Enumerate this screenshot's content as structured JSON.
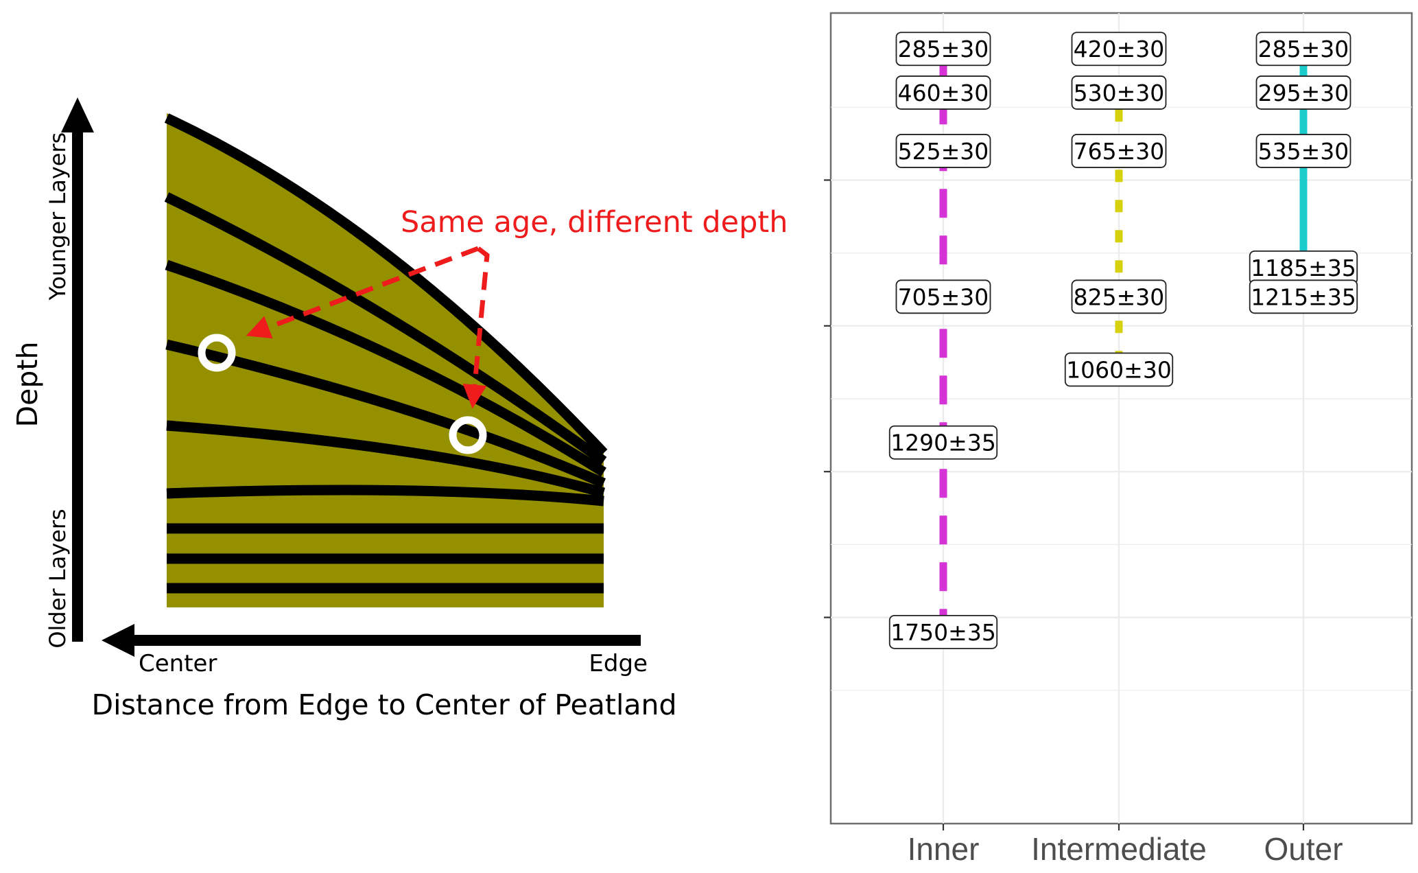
{
  "diagram": {
    "annotation": "Same age, different depth",
    "y_axis_label": "Depth",
    "y_top_label": "Younger Layers",
    "y_bottom_label": "Older Layers",
    "x_left_label": "Center",
    "x_right_label": "Edge",
    "x_axis_label": "Distance from Edge to Center of Peatland",
    "colors": {
      "peat": "#949000",
      "layers": "#000000",
      "annotation": "#ee1c1c",
      "markers": "#ffffff"
    }
  },
  "chart_data": {
    "type": "scatter",
    "categories": [
      "Inner",
      "Intermediate",
      "Outer"
    ],
    "ylim": [
      0,
      10
    ],
    "y_axis_reversed": true,
    "grid": true,
    "series": [
      {
        "category": "Inner",
        "color": "#d633d6",
        "line_style": "dashed",
        "points": [
          {
            "y": 0.2,
            "label": "285±30"
          },
          {
            "y": 0.8,
            "label": "460±30"
          },
          {
            "y": 1.6,
            "label": "525±30"
          },
          {
            "y": 3.6,
            "label": "705±30"
          },
          {
            "y": 5.6,
            "label": "1290±35"
          },
          {
            "y": 8.2,
            "label": "1750±35"
          }
        ]
      },
      {
        "category": "Intermediate",
        "color": "#d6d10d",
        "line_style": "dotted",
        "points": [
          {
            "y": 0.2,
            "label": "420±30"
          },
          {
            "y": 0.8,
            "label": "530±30"
          },
          {
            "y": 1.6,
            "label": "765±30"
          },
          {
            "y": 3.6,
            "label": "825±30"
          },
          {
            "y": 4.6,
            "label": "1060±30"
          }
        ]
      },
      {
        "category": "Outer",
        "color": "#1ccccc",
        "line_style": "solid",
        "points": [
          {
            "y": 0.2,
            "label": "285±30"
          },
          {
            "y": 0.8,
            "label": "295±30"
          },
          {
            "y": 1.6,
            "label": "535±30"
          },
          {
            "y": 3.2,
            "label": "1185±35"
          },
          {
            "y": 3.6,
            "label": "1215±35"
          }
        ]
      }
    ]
  }
}
